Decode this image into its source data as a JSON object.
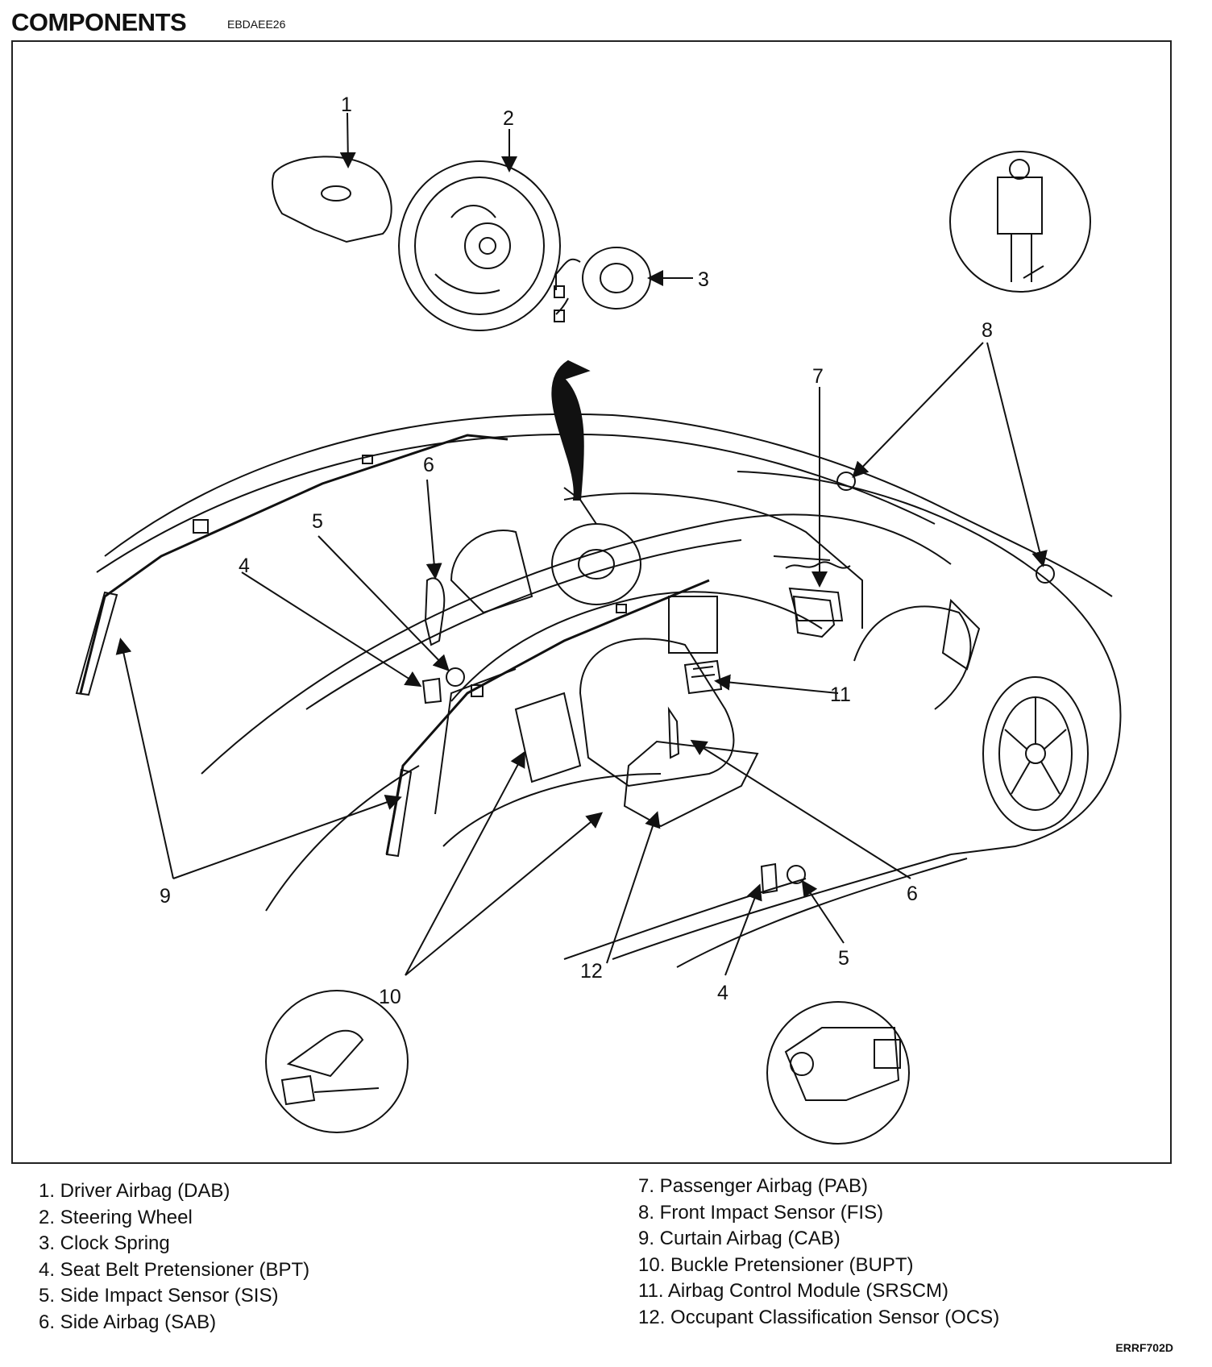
{
  "header": {
    "title": "COMPONENTS",
    "code": "EBDAEE26"
  },
  "figure_code": "ERRF702D",
  "callouts": [
    "1",
    "2",
    "3",
    "4",
    "5",
    "6",
    "7",
    "8",
    "9",
    "10",
    "11",
    "12"
  ],
  "legend": {
    "left": [
      "1. Driver Airbag (DAB)",
      "2. Steering Wheel",
      "3. Clock Spring",
      "4. Seat Belt Pretensioner (BPT)",
      "5. Side Impact Sensor (SIS)",
      "6. Side Airbag (SAB)"
    ],
    "right": [
      "7. Passenger Airbag (PAB)",
      "8. Front Impact Sensor (FIS)",
      "9. Curtain Airbag (CAB)",
      "10. Buckle Pretensioner (BUPT)",
      "11. Airbag Control Module (SRSCM)",
      "12. Occupant Classification Sensor (OCS)"
    ]
  }
}
